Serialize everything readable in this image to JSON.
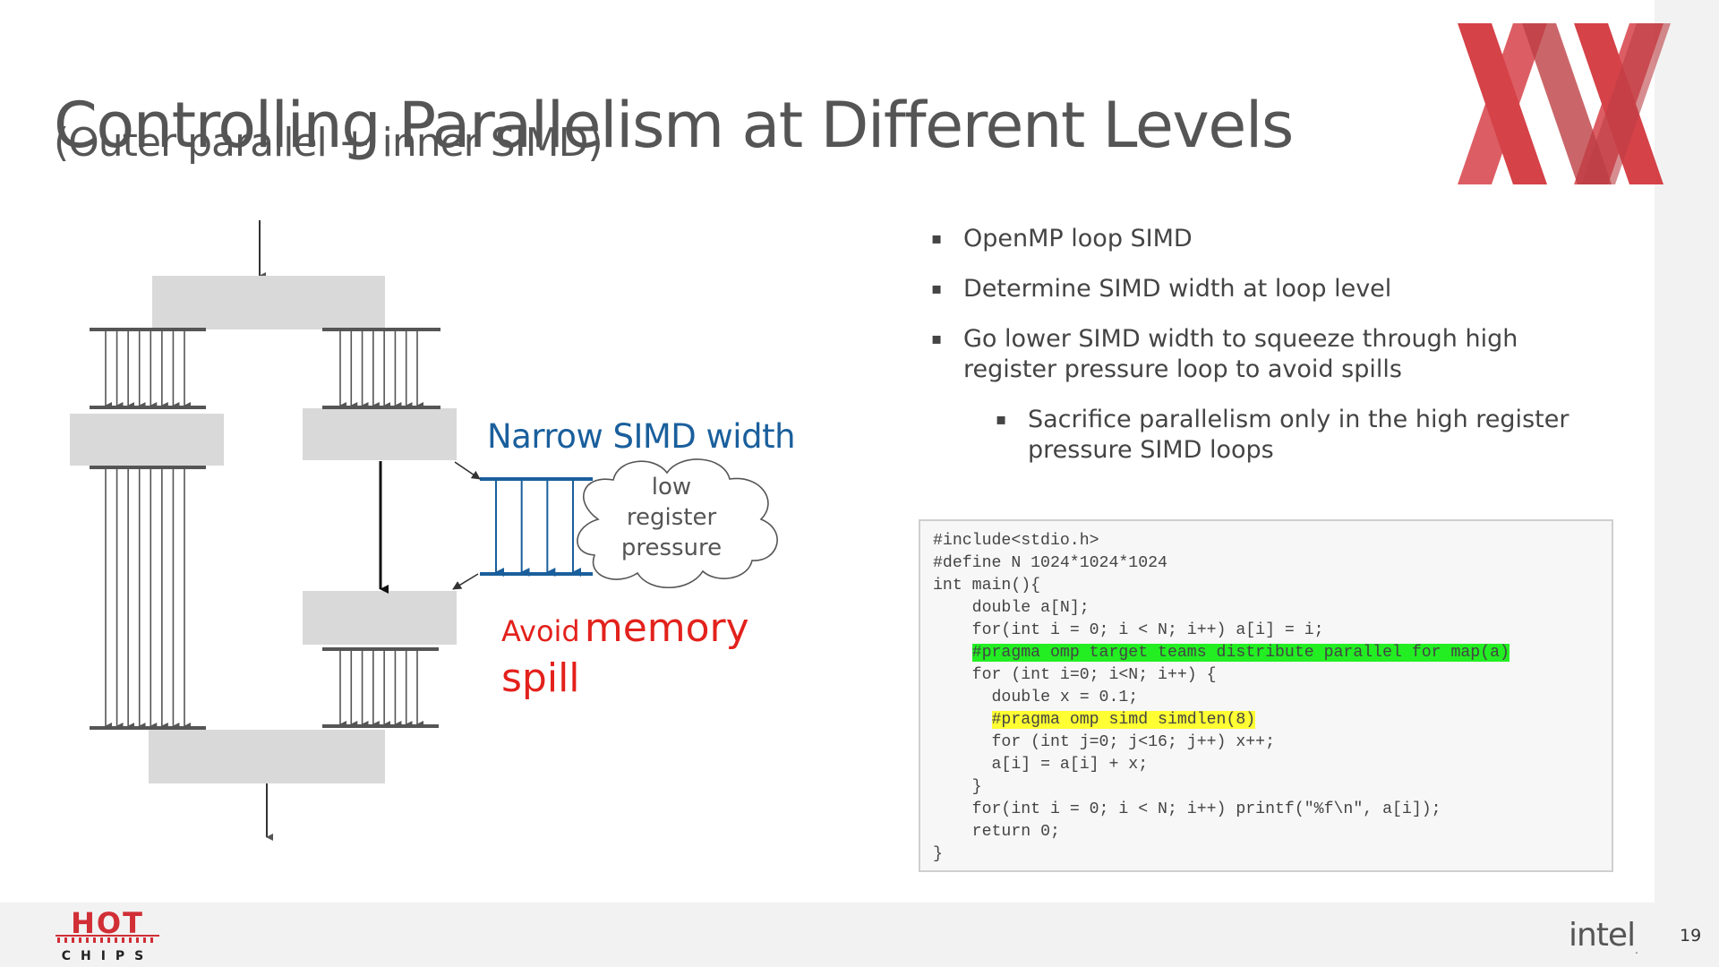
{
  "slide": {
    "title": "Controlling Parallelism at Different Levels",
    "subtitle": "(Outer parallel + inner SIMD)",
    "page_number": "19"
  },
  "bullets": [
    "OpenMP loop SIMD",
    "Determine SIMD width at loop level",
    "Go lower SIMD width to squeeze through high register pressure loop to avoid spills"
  ],
  "sub_bullets": [
    "Sacrifice parallelism only in the high register pressure SIMD loops"
  ],
  "diagram": {
    "narrow_label": "Narrow SIMD width",
    "cloud_lines": [
      "low",
      "register",
      "pressure"
    ],
    "avoid_word": "Avoid",
    "memory_word": "memory",
    "spill_word": "spill"
  },
  "code": {
    "lines": [
      {
        "text": "#include<stdio.h>",
        "indent": 0
      },
      {
        "text": "#define N 1024*1024*1024",
        "indent": 0
      },
      {
        "text": "int main(){",
        "indent": 0
      },
      {
        "text": "double a[N];",
        "indent": 4
      },
      {
        "text": "for(int i = 0; i < N; i++) a[i] = i;",
        "indent": 4
      },
      {
        "text": "#pragma omp target teams distribute parallel for map(a)",
        "indent": 4,
        "highlight": "green"
      },
      {
        "text": "for (int i=0; i<N; i++) {",
        "indent": 4
      },
      {
        "text": "double x = 0.1;",
        "indent": 6
      },
      {
        "text": "#pragma omp simd simdlen(8)",
        "indent": 6,
        "highlight": "yellow"
      },
      {
        "text": "for (int j=0; j<16; j++) x++;",
        "indent": 6
      },
      {
        "text": "a[i] = a[i] + x;",
        "indent": 6
      },
      {
        "text": "}",
        "indent": 4
      },
      {
        "text": "for(int i = 0; i < N; i++) printf(\"%f\\n\", a[i]);",
        "indent": 4
      },
      {
        "text": "return 0;",
        "indent": 4
      },
      {
        "text": "}",
        "indent": 0
      }
    ]
  },
  "logos": {
    "intel": "intel",
    "hotchips_top": "HOT",
    "hotchips_bottom": "CHIPS",
    "corner_mark": "XX"
  },
  "colors": {
    "accent_red": "#d12e35",
    "narrow_blue": "#1a5f9c",
    "avoid_red": "#e3211c",
    "box_gray": "#d9d9d9",
    "highlight_green": "#22ee22",
    "highlight_yellow": "#ffff33"
  }
}
